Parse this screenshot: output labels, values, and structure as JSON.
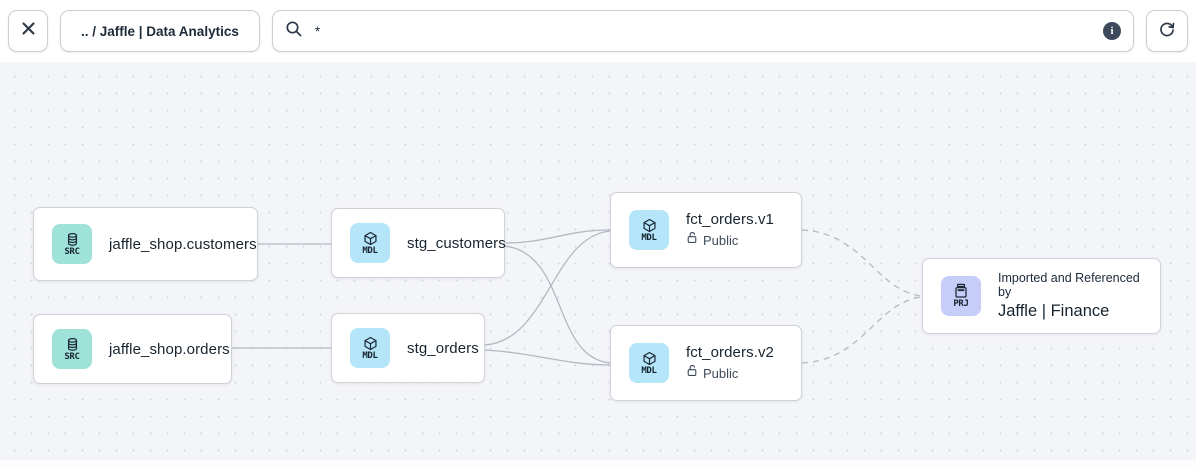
{
  "toolbar": {
    "breadcrumb": ".. / Jaffle | Data Analytics",
    "search_value": "*",
    "icons": {
      "close": "close-icon (x)",
      "search": "magnifier",
      "info": "i",
      "refresh": "clockwise-arrow"
    }
  },
  "nodes": [
    {
      "badge": "SRC",
      "title": "jaffle_shop.customers"
    },
    {
      "badge": "SRC",
      "title": "jaffle_shop.orders"
    },
    {
      "badge": "MDL",
      "title": "stg_customers"
    },
    {
      "badge": "MDL",
      "title": "stg_orders"
    },
    {
      "badge": "MDL",
      "title": "fct_orders.v1",
      "access": "Public"
    },
    {
      "badge": "MDL",
      "title": "fct_orders.v2",
      "access": "Public"
    },
    {
      "badge": "PRJ",
      "subtitle": "Imported and Referenced by",
      "title": "Jaffle | Finance"
    }
  ],
  "edges": [
    {
      "from": "jaffle_shop.customers",
      "to": "stg_customers",
      "style": "solid"
    },
    {
      "from": "jaffle_shop.orders",
      "to": "stg_orders",
      "style": "solid"
    },
    {
      "from": "stg_customers",
      "to": "fct_orders.v1",
      "style": "solid"
    },
    {
      "from": "stg_customers",
      "to": "fct_orders.v2",
      "style": "solid"
    },
    {
      "from": "stg_orders",
      "to": "fct_orders.v1",
      "style": "solid"
    },
    {
      "from": "stg_orders",
      "to": "fct_orders.v2",
      "style": "solid"
    },
    {
      "from": "fct_orders.v1",
      "to": "Jaffle | Finance",
      "style": "dashed"
    },
    {
      "from": "fct_orders.v2",
      "to": "Jaffle | Finance",
      "style": "dashed"
    }
  ],
  "colors": {
    "source_tile": "#9fe3d8",
    "model_tile": "#b5e5f9",
    "project_tile": "#c6cdf8",
    "edge": "#b3b9c3",
    "canvas_bg": "#f4f5f8"
  }
}
